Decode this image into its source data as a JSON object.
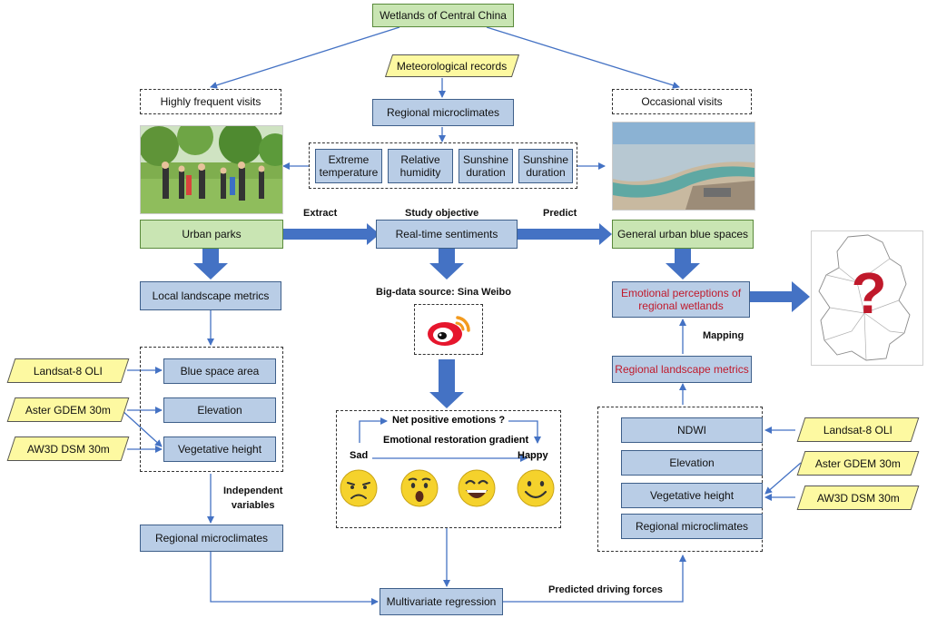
{
  "top": {
    "title": "Wetlands of Central China"
  },
  "sources": {
    "meteorological": "Meteorological records",
    "landsat_left": "Landsat-8 OLI",
    "aster_left": "Aster GDEM 30m",
    "aw3d_left": "AW3D DSM 30m",
    "landsat_right": "Landsat-8 OLI",
    "aster_right": "Aster GDEM 30m",
    "aw3d_right": "AW3D DSM 30m"
  },
  "visits": {
    "frequent": "Highly frequent visits",
    "occasional": "Occasional visits"
  },
  "microclimate": {
    "title": "Regional microclimates",
    "items": [
      {
        "line1": "Extreme",
        "line2": "temperature"
      },
      {
        "line1": "Relative",
        "line2": "humidity"
      },
      {
        "line1": "Sunshine",
        "line2": "duration"
      },
      {
        "line1": "Sunshine",
        "line2": "duration"
      }
    ]
  },
  "row": {
    "urban_parks": "Urban parks",
    "sentiments": "Real-time sentiments",
    "blue_spaces": "General urban blue spaces",
    "extract": "Extract",
    "study_objective": "Study objective",
    "predict": "Predict"
  },
  "left": {
    "local_metrics": "Local landscape metrics",
    "blue_space_area": "Blue space area",
    "elevation": "Elevation",
    "vegetative_height": "Vegetative height",
    "independent_1": "Independent",
    "independent_2": "variables",
    "regional_microclimates": "Regional microclimates"
  },
  "center": {
    "big_data": "Big-data source: Sina Weibo",
    "net_positive": "Net positive emotions ?",
    "gradient": "Emotional restoration gradient",
    "sad": "Sad",
    "happy": "Happy",
    "regression": "Multivariate regression"
  },
  "right": {
    "perception_1": "Emotional perceptions of",
    "perception_2": "regional wetlands",
    "mapping": "Mapping",
    "regional_metrics": "Regional landscape metrics",
    "ndwi": "NDWI",
    "elevation": "Elevation",
    "vegetative_height": "Vegetative height",
    "regional_microclimates": "Regional microclimates",
    "predicted_forces": "Predicted driving forces",
    "map_mark": "?"
  },
  "colors": {
    "arrow": "#4472c4",
    "green": "#c9e5b3",
    "blue": "#b9cde6",
    "yellow": "#fdf9a1",
    "red": "#c0192b",
    "emoji": "#f5d22c"
  }
}
